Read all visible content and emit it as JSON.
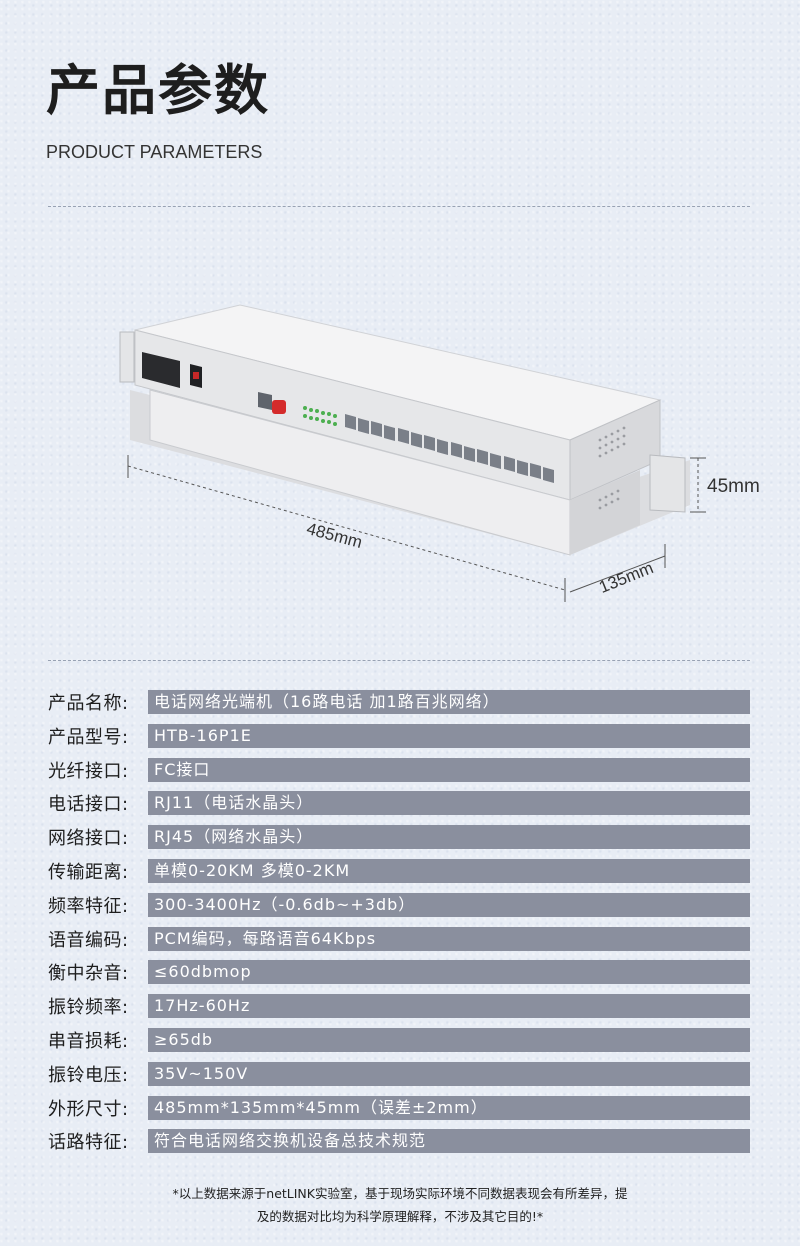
{
  "header": {
    "title": "产品参数",
    "subtitle": "PRODUCT PARAMETERS"
  },
  "dimensions": {
    "length": "485mm",
    "depth": "135mm",
    "height": "45mm"
  },
  "device": {
    "colors": {
      "body": "#ededee",
      "shadow": "#c9cbcf",
      "port": "#7a7f88",
      "fiber": "#d42b2b",
      "led": "#4caf50"
    }
  },
  "specs": [
    {
      "label": "产品名称:",
      "value": "电话网络光端机（16路电话 加1路百兆网络）"
    },
    {
      "label": "产品型号:",
      "value": "HTB-16P1E"
    },
    {
      "label": "光纤接口:",
      "value": "FC接口"
    },
    {
      "label": "电话接口:",
      "value": "RJ11（电话水晶头）"
    },
    {
      "label": "网络接口:",
      "value": "RJ45（网络水晶头）"
    },
    {
      "label": "传输距离:",
      "value": "单模0-20KM  多模0-2KM"
    },
    {
      "label": "频率特征:",
      "value": "300-3400Hz（-0.6db~+3db）"
    },
    {
      "label": "语音编码:",
      "value": "PCM编码，每路语音64Kbps"
    },
    {
      "label": "衡中杂音:",
      "value": "≤60dbmop"
    },
    {
      "label": "振铃频率:",
      "value": "17Hz-60Hz"
    },
    {
      "label": "串音损耗:",
      "value": "≥65db"
    },
    {
      "label": "振铃电压:",
      "value": "35V~150V"
    },
    {
      "label": "外形尺寸:",
      "value": "485mm*135mm*45mm（误差±2mm）"
    },
    {
      "label": "话路特征:",
      "value": "符合电话网络交换机设备总技术规范"
    }
  ],
  "footnote": {
    "line1": "*以上数据来源于netLINK实验室，基于现场实际环境不同数据表现会有所差异，提",
    "line2": "及的数据对比均为科学原理解释，不涉及其它目的!*"
  }
}
